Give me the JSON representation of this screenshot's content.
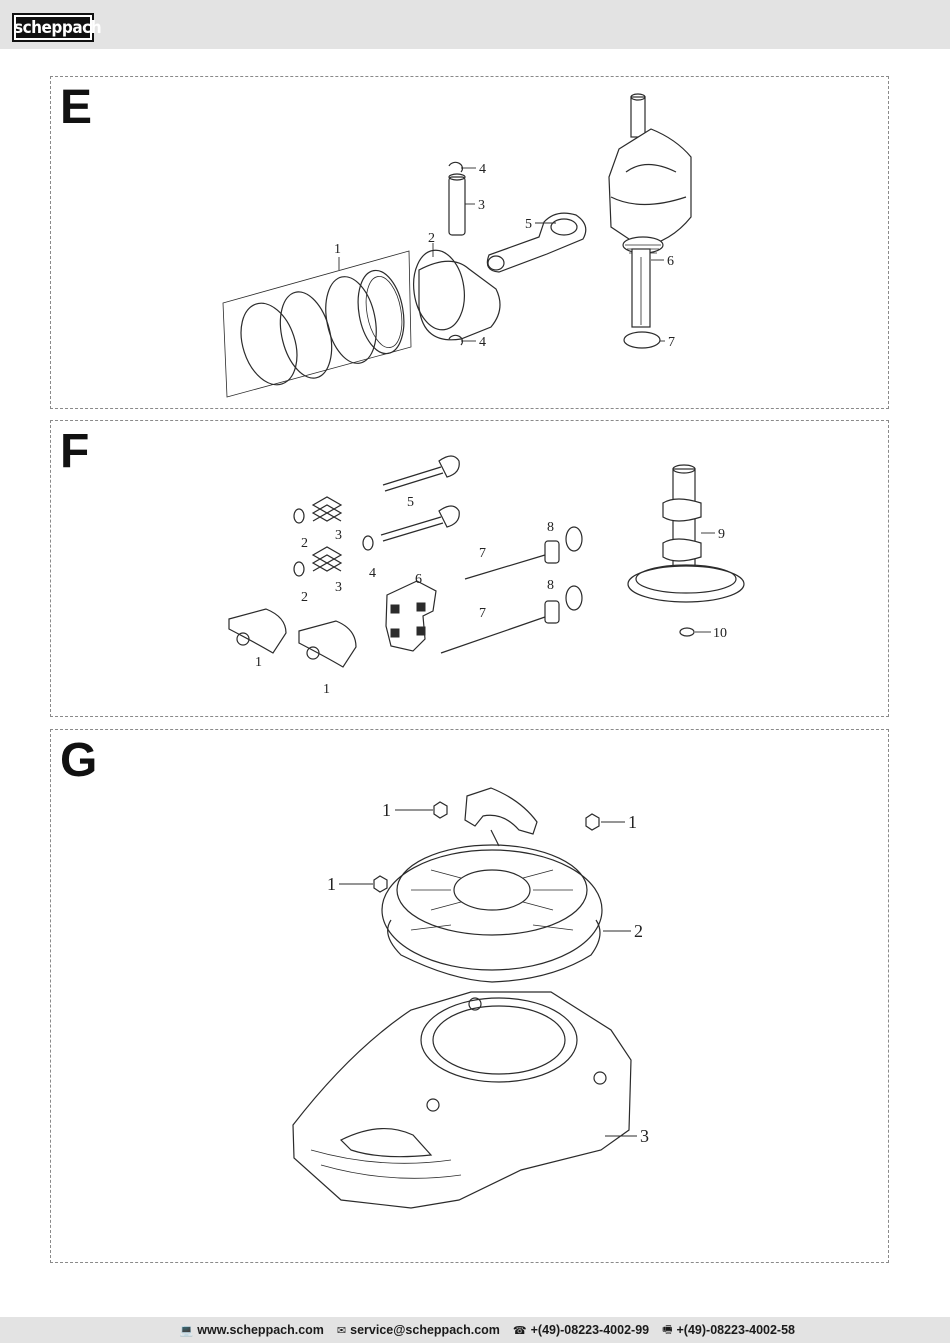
{
  "header": {
    "brand": "scheppach"
  },
  "panels": {
    "E": {
      "letter": "E",
      "callouts": [
        "1",
        "2",
        "3",
        "4",
        "4",
        "5",
        "6",
        "7"
      ]
    },
    "F": {
      "letter": "F",
      "callouts": [
        "1",
        "1",
        "2",
        "2",
        "3",
        "3",
        "4",
        "5",
        "6",
        "7",
        "7",
        "8",
        "8",
        "9",
        "10"
      ]
    },
    "G": {
      "letter": "G",
      "callouts": [
        "1",
        "1",
        "1",
        "2",
        "3"
      ]
    }
  },
  "footer": {
    "website": "www.scheppach.com",
    "email": "service@scheppach.com",
    "phone": "+(49)-08223-4002-99",
    "fax": "+(49)-08223-4002-58",
    "icons": [
      "computer-icon",
      "mail-icon",
      "phone-icon",
      "fax-icon"
    ]
  }
}
